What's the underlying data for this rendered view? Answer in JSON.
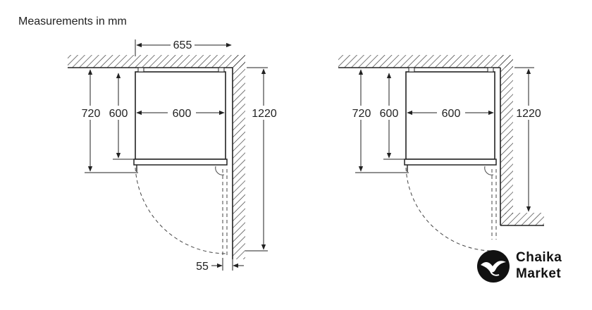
{
  "title": "Measurements in mm",
  "diagrams": [
    {
      "dims": {
        "top_width": "655",
        "outer_depth": "720",
        "inner_depth": "600",
        "width": "600",
        "wall_height": "1220",
        "gap": "55"
      }
    },
    {
      "dims": {
        "outer_depth": "720",
        "inner_depth": "600",
        "width": "600",
        "wall_height": "1220"
      }
    }
  ],
  "logo": {
    "line1": "Chaika",
    "line2": "Market",
    "icon": "seagull-logo-icon"
  }
}
